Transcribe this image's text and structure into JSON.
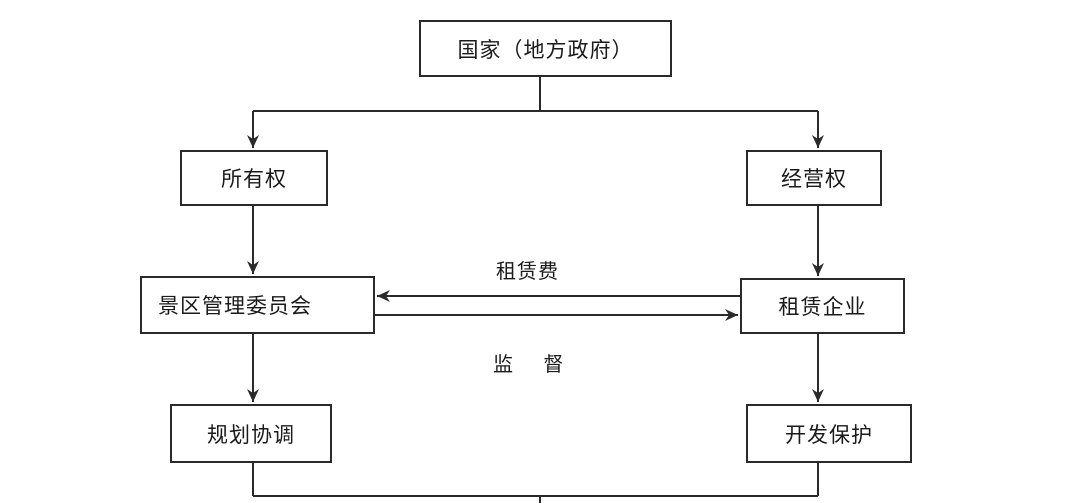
{
  "nodes": {
    "state": "国家（地方政府）",
    "ownership": "所有权",
    "operation": "经营权",
    "committee": "景区管理委员会",
    "lessee": "租赁企业",
    "planning": "规划协调",
    "development": "开发保护"
  },
  "edge_labels": {
    "rent_fee": "租赁费",
    "supervision": "监 督"
  },
  "colors": {
    "line": "#2a2a2a",
    "text": "#1a1a1a",
    "background": "#ffffff"
  }
}
